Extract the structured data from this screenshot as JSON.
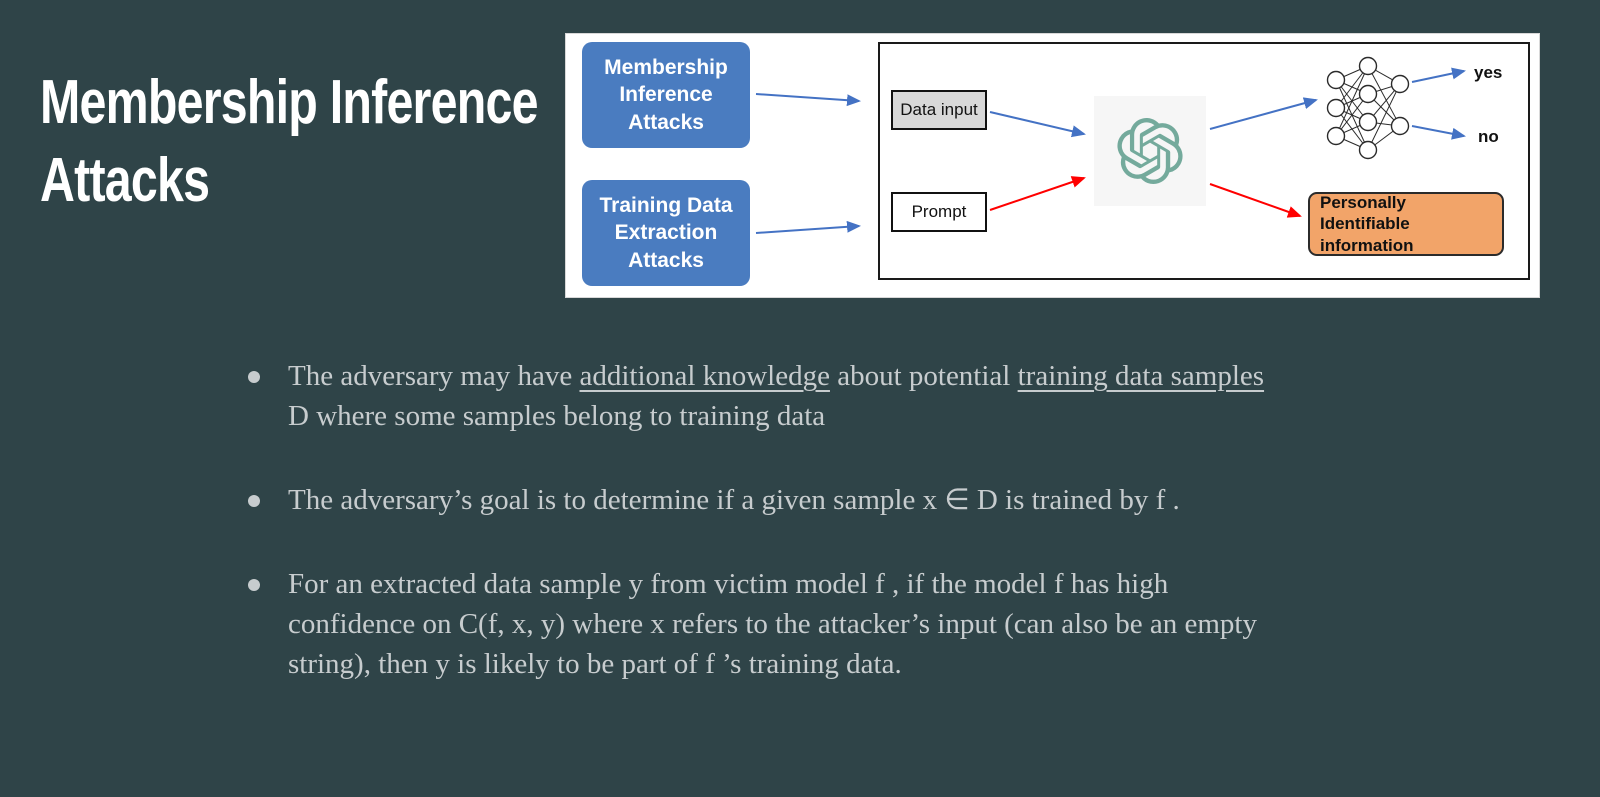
{
  "colors": {
    "background": "#2F4448",
    "title": "#FFFFFF",
    "bullet_text": "#C7CCCE",
    "blue_box": "#4A7CC0",
    "arrow_blue": "#4472C4",
    "arrow_red": "#FF0000",
    "orange_box": "#F2A469",
    "openai_green": "#74AA9C",
    "data_input_bg": "#D8D8D8"
  },
  "title": "Membership Inference Attacks",
  "diagram": {
    "membership_box": "Membership Inference Attacks",
    "training_box": "Training Data Extraction Attacks",
    "data_input_label": "Data input",
    "prompt_label": "Prompt",
    "yes_label": "yes",
    "no_label": "no",
    "pii_label": "Personally Identifiable information"
  },
  "bullets": [
    {
      "segments": [
        {
          "text": "The adversary may have "
        },
        {
          "text": "additional knowledge",
          "underline": true
        },
        {
          "text": " about potential "
        },
        {
          "text": "training data samples ",
          "underline": true
        },
        {
          "text": "D where some samples belong to training data"
        }
      ]
    },
    {
      "segments": [
        {
          "text": "The adversary’s goal is to determine if a given sample x ∈ D is trained by f ."
        }
      ]
    },
    {
      "segments": [
        {
          "text": "For an extracted data sample y from victim model f , if the model f has high confidence on C(f, x, y) where x refers to the attacker’s input (can also be an empty string), then y is likely to be part of f ’s training data."
        }
      ]
    }
  ]
}
